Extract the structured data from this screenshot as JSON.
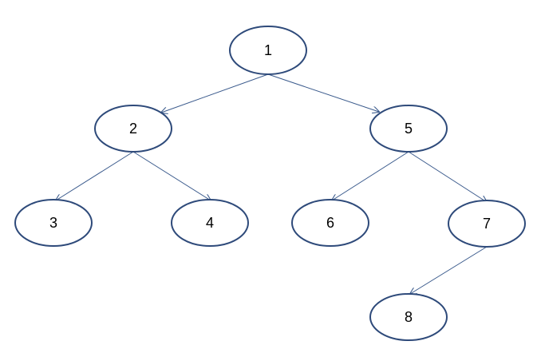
{
  "diagram": {
    "type": "binary-tree",
    "colors": {
      "node_stroke": "#2e4a7a",
      "edge": "#3a5a8c",
      "background": "#ffffff"
    },
    "nodes": [
      {
        "id": "n1",
        "label": "1"
      },
      {
        "id": "n2",
        "label": "2"
      },
      {
        "id": "n5",
        "label": "5"
      },
      {
        "id": "n3",
        "label": "3"
      },
      {
        "id": "n4",
        "label": "4"
      },
      {
        "id": "n6",
        "label": "6"
      },
      {
        "id": "n7",
        "label": "7"
      },
      {
        "id": "n8",
        "label": "8"
      }
    ],
    "edges": [
      {
        "from": "n1",
        "to": "n2"
      },
      {
        "from": "n1",
        "to": "n5"
      },
      {
        "from": "n2",
        "to": "n3"
      },
      {
        "from": "n2",
        "to": "n4"
      },
      {
        "from": "n5",
        "to": "n6"
      },
      {
        "from": "n5",
        "to": "n7"
      },
      {
        "from": "n7",
        "to": "n8"
      }
    ]
  }
}
